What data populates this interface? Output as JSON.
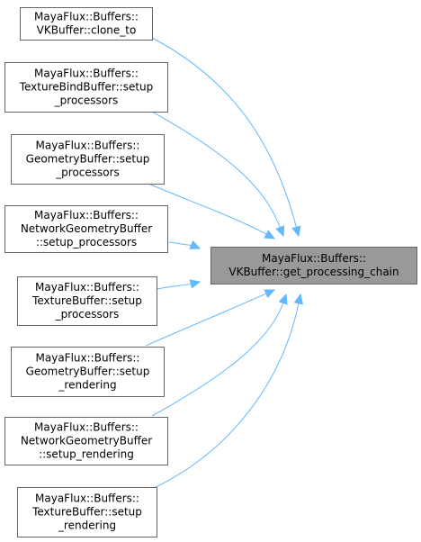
{
  "target": {
    "lines": [
      "MayaFlux::Buffers::",
      "VKBuffer::get_processing_chain"
    ]
  },
  "callers": [
    {
      "id": "clone-to",
      "lines": [
        "MayaFlux::Buffers::",
        "VKBuffer::clone_to"
      ]
    },
    {
      "id": "texture-bind-setup-processors",
      "lines": [
        "MayaFlux::Buffers::",
        "TextureBindBuffer::setup",
        "_processors"
      ]
    },
    {
      "id": "geometry-setup-processors",
      "lines": [
        "MayaFlux::Buffers::",
        "GeometryBuffer::setup",
        "_processors"
      ]
    },
    {
      "id": "network-geometry-setup-processors",
      "lines": [
        "MayaFlux::Buffers::",
        "NetworkGeometryBuffer",
        "::setup_processors"
      ]
    },
    {
      "id": "texture-setup-processors",
      "lines": [
        "MayaFlux::Buffers::",
        "TextureBuffer::setup",
        "_processors"
      ]
    },
    {
      "id": "geometry-setup-rendering",
      "lines": [
        "MayaFlux::Buffers::",
        "GeometryBuffer::setup",
        "_rendering"
      ]
    },
    {
      "id": "network-geometry-setup-rendering",
      "lines": [
        "MayaFlux::Buffers::",
        "NetworkGeometryBuffer",
        "::setup_rendering"
      ]
    },
    {
      "id": "texture-setup-rendering",
      "lines": [
        "MayaFlux::Buffers::",
        "TextureBuffer::setup",
        "_rendering"
      ]
    }
  ],
  "colors": {
    "edge": "#63b8ff",
    "target_fill": "#999999",
    "node_fill": "#ffffff",
    "node_border": "#666666"
  }
}
